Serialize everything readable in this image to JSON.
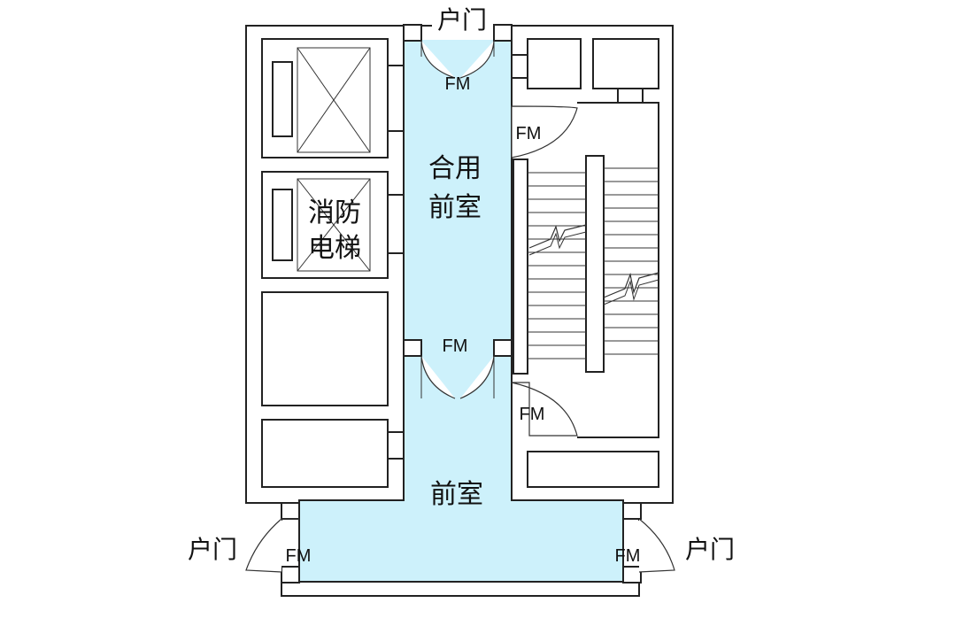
{
  "colors": {
    "vestibule_fill": "#cdf1fb",
    "wall_stroke": "#222222",
    "background": "#ffffff"
  },
  "labels": {
    "household_door_top": "户门",
    "household_door_left": "户门",
    "household_door_right": "户门",
    "shared_vestibule_line1": "合用",
    "shared_vestibule_line2": "前室",
    "fire_elevator_line1": "消防",
    "fire_elevator_line2": "电梯",
    "vestibule": "前室",
    "fm_top_door": "FM",
    "fm_stair_upper_door": "FM",
    "fm_middle_door": "FM",
    "fm_stair_lower_door": "FM",
    "fm_left_door": "FM",
    "fm_right_door": "FM"
  }
}
